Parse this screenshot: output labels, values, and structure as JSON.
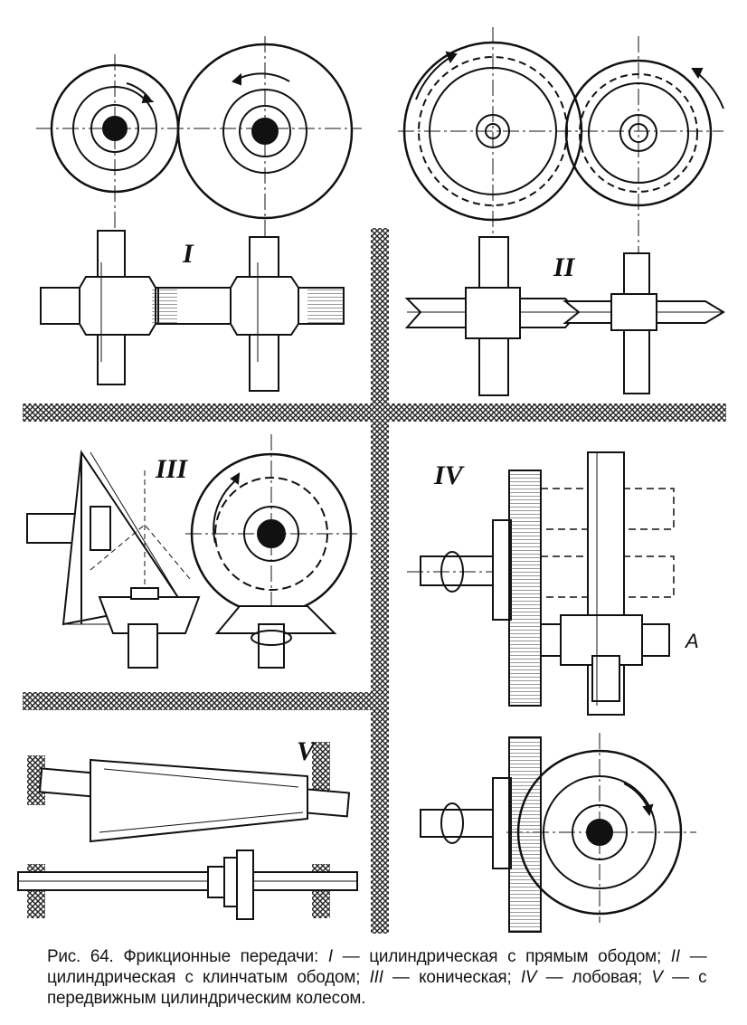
{
  "figure": {
    "labels": {
      "I": "I",
      "II": "II",
      "III": "III",
      "IV": "IV",
      "V": "V",
      "A": "A"
    },
    "caption": {
      "prefix": "Рис. 64. Фрикционные передачи: ",
      "items": [
        {
          "num": "I",
          "text": " — цилиндрическая с прямым ободом; "
        },
        {
          "num": "II",
          "text": " — цилиндрическая с клинчатым ободом; "
        },
        {
          "num": "III",
          "text": " — коническая; "
        },
        {
          "num": "IV",
          "text": " — лобовая; "
        },
        {
          "num": "V",
          "text": " — с передвижным цилиндрическим колесом."
        }
      ]
    }
  }
}
